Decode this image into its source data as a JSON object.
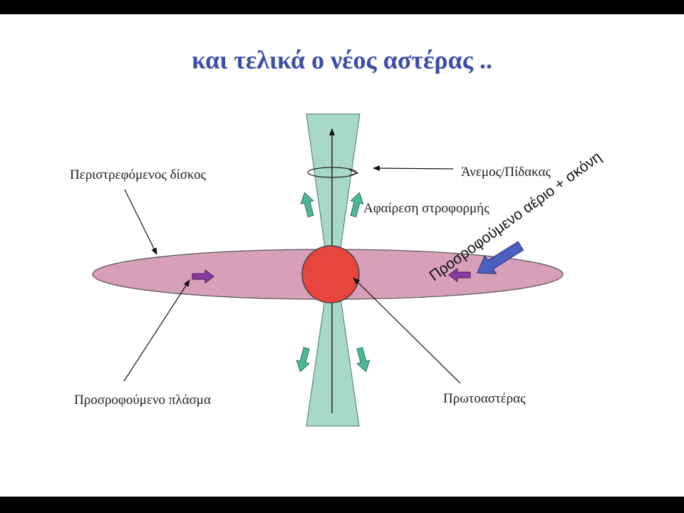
{
  "slide": {
    "title": "και τελικά ο νέος αστέρας .."
  },
  "labels": {
    "rotating_disk": "Περιστρεφόμενος δίσκος",
    "wind_jet": "Άνεμος/Πίδακας",
    "angular_momentum_removal": "Αφαίρεση στροφορμής",
    "accreting_gas_dust": "Προσροφούμενο αέριο + σκόνη",
    "accreting_plasma": "Προσροφούμενο πλάσμα",
    "protostar": "Πρωτοαστέρας"
  },
  "colors": {
    "title": "#3b4ea8",
    "jet_fill": "#a8d8c8",
    "disk_fill": "#d79fb8",
    "protostar_fill": "#e8453c",
    "outflow_arrow": "#4cb89a",
    "disk_arrow": "#8a3a9e",
    "infall_arrow": "#4a5fbf"
  }
}
